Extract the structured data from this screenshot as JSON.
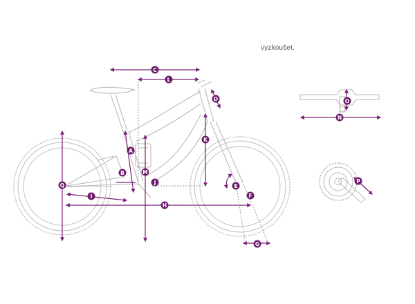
{
  "note_text": "vyzkoušet.",
  "colors": {
    "line": "#b9b9b9",
    "dim": "#7a1f78",
    "badge": "#6b1c6b",
    "badge_text": "#ffffff"
  },
  "labels": {
    "a": "A",
    "b": "B",
    "c": "C",
    "d": "D",
    "e": "E",
    "f": "F",
    "g": "G",
    "h": "H",
    "i": "I",
    "j": "J",
    "k": "K",
    "l": "L",
    "m": "M",
    "n": "N",
    "o": "O",
    "p": "P",
    "q": "Q"
  }
}
